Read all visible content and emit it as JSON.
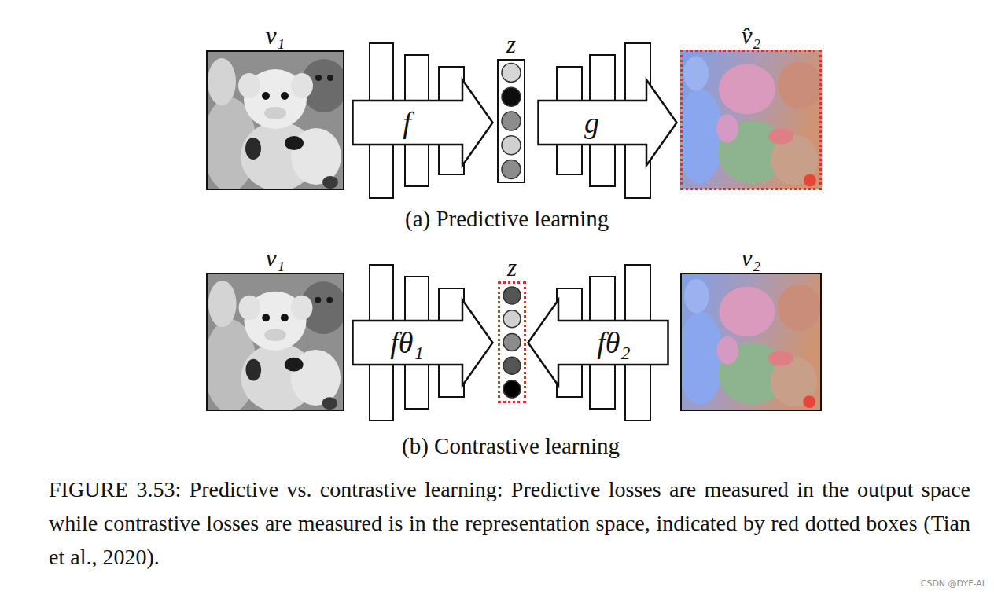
{
  "diagram": {
    "caption": "FIGURE 3.53: Predictive vs. contrastive learning: Predictive losses are measured in the output space while contrastive losses are measured is in the representation space, indicated by red dotted boxes (Tian et al., 2020).",
    "nodes": [
      {
        "text": [
          "v₁"
        ]
      },
      {
        "text": [
          "f"
        ]
      },
      {
        "text": [
          "z"
        ]
      },
      {
        "text": [
          "g"
        ]
      },
      {
        "text": [
          "v̂₂"
        ]
      },
      {
        "text": [
          "v₁"
        ]
      },
      {
        "text": [
          "fθ₁"
        ]
      },
      {
        "text": [
          "z"
        ]
      },
      {
        "text": [
          "fθ₂"
        ]
      },
      {
        "text": [
          "v₂"
        ]
      }
    ],
    "labels": [
      "(a) Predictive learning",
      "(b) Contrastive learning",
      "CSDN @DYF-AI"
    ]
  }
}
